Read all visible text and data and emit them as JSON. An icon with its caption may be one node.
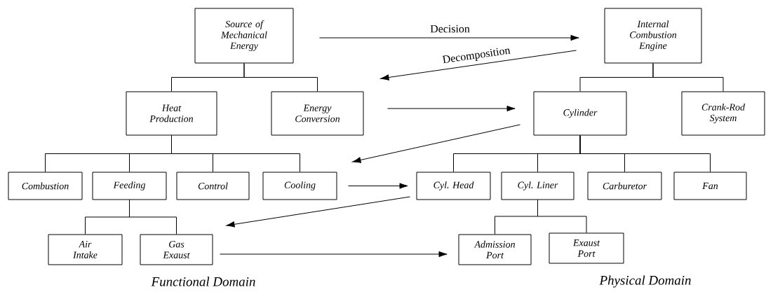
{
  "diagram": {
    "nodes": [
      {
        "text": [
          "Source of Mechanical Energy"
        ]
      },
      {
        "text": [
          "Heat Production"
        ]
      },
      {
        "text": [
          "Energy Conversion"
        ]
      },
      {
        "text": [
          "Combustion"
        ]
      },
      {
        "text": [
          "Feeding"
        ]
      },
      {
        "text": [
          "Control"
        ]
      },
      {
        "text": [
          "Cooling"
        ]
      },
      {
        "text": [
          "Air Intake"
        ]
      },
      {
        "text": [
          "Gas Exaust"
        ]
      },
      {
        "text": [
          "Internal Combustion Engine"
        ]
      },
      {
        "text": [
          "Cylinder"
        ]
      },
      {
        "text": [
          "Crank-Rod System"
        ]
      },
      {
        "text": [
          "Cyl. Head"
        ]
      },
      {
        "text": [
          "Cyl. Liner"
        ]
      },
      {
        "text": [
          "Carburetor"
        ]
      },
      {
        "text": [
          "Fan"
        ]
      },
      {
        "text": [
          "Admission Port"
        ]
      },
      {
        "text": [
          "Exaust Port"
        ]
      }
    ],
    "edges": [
      {
        "from": 0,
        "to": 1,
        "arrow": "none"
      },
      {
        "from": 0,
        "to": 2,
        "arrow": "none"
      },
      {
        "from": 1,
        "to": 3,
        "arrow": "none"
      },
      {
        "from": 1,
        "to": 4,
        "arrow": "none"
      },
      {
        "from": 1,
        "to": 5,
        "arrow": "none"
      },
      {
        "from": 1,
        "to": 6,
        "arrow": "none"
      },
      {
        "from": 4,
        "to": 7,
        "arrow": "none"
      },
      {
        "from": 4,
        "to": 8,
        "arrow": "none"
      },
      {
        "from": 9,
        "to": 10,
        "arrow": "none"
      },
      {
        "from": 9,
        "to": 11,
        "arrow": "none"
      },
      {
        "from": 10,
        "to": 12,
        "arrow": "none"
      },
      {
        "from": 10,
        "to": 13,
        "arrow": "none"
      },
      {
        "from": 10,
        "to": 14,
        "arrow": "none"
      },
      {
        "from": 10,
        "to": 15,
        "arrow": "none"
      },
      {
        "from": 13,
        "to": 16,
        "arrow": "none"
      },
      {
        "from": 13,
        "to": 17,
        "arrow": "none"
      },
      {
        "from": 0,
        "to": 9,
        "arrow": "to",
        "label": "Decision"
      },
      {
        "from": 9,
        "to": 2,
        "arrow": "to",
        "label": "Decomposition"
      },
      {
        "from": 2,
        "to": 10,
        "arrow": "to"
      },
      {
        "from": 10,
        "to": 6,
        "arrow": "to"
      },
      {
        "from": 6,
        "to": 12,
        "arrow": "to"
      },
      {
        "from": 12,
        "to": 8,
        "arrow": "to"
      },
      {
        "from": 8,
        "to": 16,
        "arrow": "to"
      }
    ],
    "labels": [
      "Functional Domain",
      "Physical Domain"
    ]
  }
}
